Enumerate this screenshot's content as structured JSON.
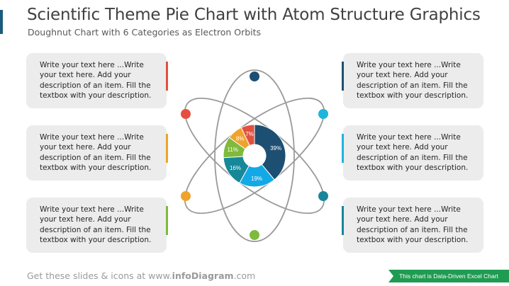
{
  "header": {
    "title": "Scientific Theme Pie Chart with Atom Structure Graphics",
    "subtitle": "Doughnut Chart with 6 Categories as Electron Orbits"
  },
  "textboxes": [
    {
      "text": "Write your text here ...Write your text here. Add your description of an item. Fill the textbox with your description.",
      "accent": "#e2513f"
    },
    {
      "text": "Write your text here ...Write your text here. Add your description of an item. Fill the textbox with your description.",
      "accent": "#f0a32c"
    },
    {
      "text": "Write your text here ...Write your text here. Add your description of an item. Fill the textbox with your description.",
      "accent": "#7fba3c"
    },
    {
      "text": "Write your text here ...Write your text here. Add your description of an item. Fill the textbox with your description.",
      "accent": "#1d4f73"
    },
    {
      "text": "Write your text here ...Write your text here. Add your description of an item. Fill the textbox with your description.",
      "accent": "#1fb4dc"
    },
    {
      "text": "Write your text here ...Write your text here. Add your description of an item. Fill the textbox with your description.",
      "accent": "#17869a"
    }
  ],
  "chart_data": {
    "type": "pie",
    "labels": [
      "39%",
      "19%",
      "16%",
      "11%",
      "8%",
      "7%"
    ],
    "values": [
      39,
      19,
      16,
      11,
      8,
      7
    ],
    "colors": [
      "#1d4f73",
      "#13a9e6",
      "#17879a",
      "#7fba3c",
      "#f0a32c",
      "#e2513f"
    ]
  },
  "electron_colors": {
    "top": "#1d4f73",
    "upper_left": "#e2513f",
    "upper_right": "#1fb4dc",
    "lower_left": "#f0a32c",
    "lower_right": "#17869a",
    "bottom": "#7fba3c",
    "orbit": "#9a9a9a"
  },
  "footer": {
    "prefix": "Get these slides & icons at www.",
    "brand": "infoDiagram",
    "suffix": ".com",
    "badge": "This chart is Data-Driven Excel Chart"
  },
  "theme": {
    "accent": "#1b5c7e",
    "badge_bg": "#1f9b52"
  }
}
